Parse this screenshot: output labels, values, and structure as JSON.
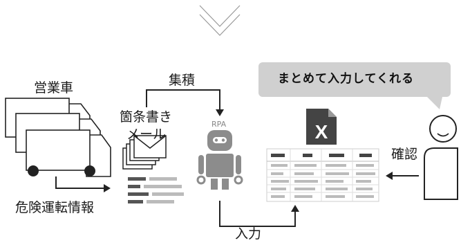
{
  "labels": {
    "sales_car": "営業車",
    "aggregate": "集積",
    "bullet_mail_line1": "箇条書き",
    "bullet_mail_line2": "メール",
    "rpa": "RPA",
    "danger_info": "危険運転情報",
    "input": "入力",
    "confirm": "確認",
    "bubble": "まとめて入力してくれる"
  },
  "icons": {
    "chevron": "chevron-down-icon",
    "trucks": "truck-icon",
    "mail": "mail-stack-icon",
    "robot": "robot-icon",
    "excel": "excel-icon",
    "spreadsheet": "spreadsheet-icon",
    "person": "person-icon"
  },
  "colors": {
    "dark": "#222222",
    "bubble": "#d0d0d0",
    "robot": "#8c8c8c",
    "excel": "#444444"
  }
}
